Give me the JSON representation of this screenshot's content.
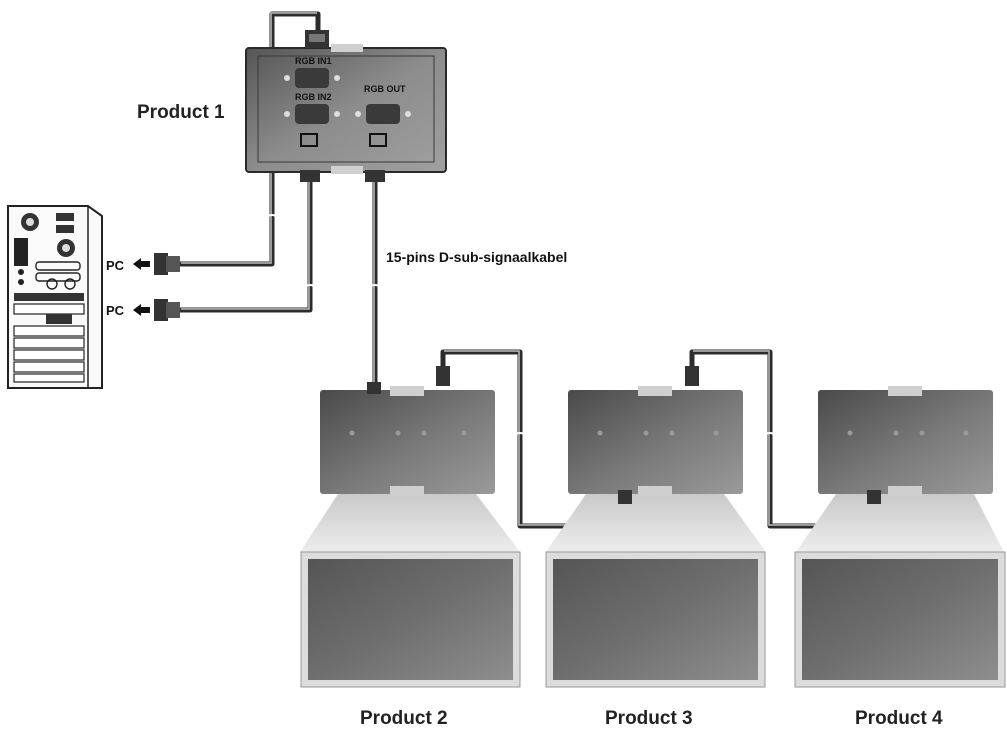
{
  "labels": {
    "product1": "Product 1",
    "product2": "Product 2",
    "product3": "Product 3",
    "product4": "Product 4",
    "rgb_in1": "RGB IN1",
    "rgb_in2": "RGB IN2",
    "rgb_out": "RGB OUT",
    "pc_top": "PC",
    "pc_bottom": "PC",
    "cable": "15-pins D-sub-signaalkabel"
  },
  "colors": {
    "panel_dark": "#3a3a3a",
    "panel_mid": "#5c5c5c",
    "panel_light": "#8a8a8a",
    "cable": "#2b2b2b",
    "screen_frame": "#d8d8d8"
  }
}
